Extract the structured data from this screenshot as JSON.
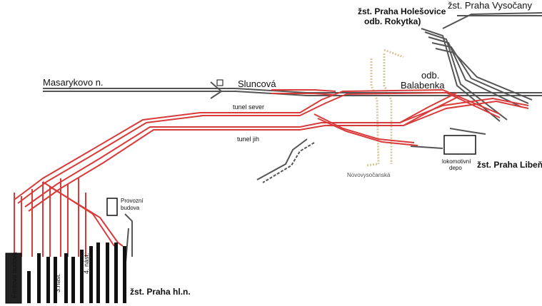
{
  "labels": {
    "masarykovo": "Masarykovo n.",
    "sluncova": "Sluncová",
    "tunel_sever": "tunel sever",
    "tunel_jih": "tunel jih",
    "holesovice_1": "žst. Praha Holešovice",
    "holesovice_2": "odb. Rokytka)",
    "vysocany": "žst. Praha Vysočany",
    "balabenka_1": "odb.",
    "balabenka_2": "Balabenka",
    "liben": "žst. Praha Libeň",
    "depo_1": "lokomotivní",
    "depo_2": "depo",
    "novovysocanska": "Novovysočanská",
    "provozni_1": "Provozní",
    "provozni_2": "budova",
    "fantova": "Fantova budova",
    "nast3": "3.nást.",
    "nast4": "4. nást.",
    "hl_n": "žst. Praha hl.n."
  },
  "colors": {
    "new_track": "#d93b3b",
    "existing_track": "#555555",
    "road": "#d9c79a",
    "building": "#111111"
  }
}
